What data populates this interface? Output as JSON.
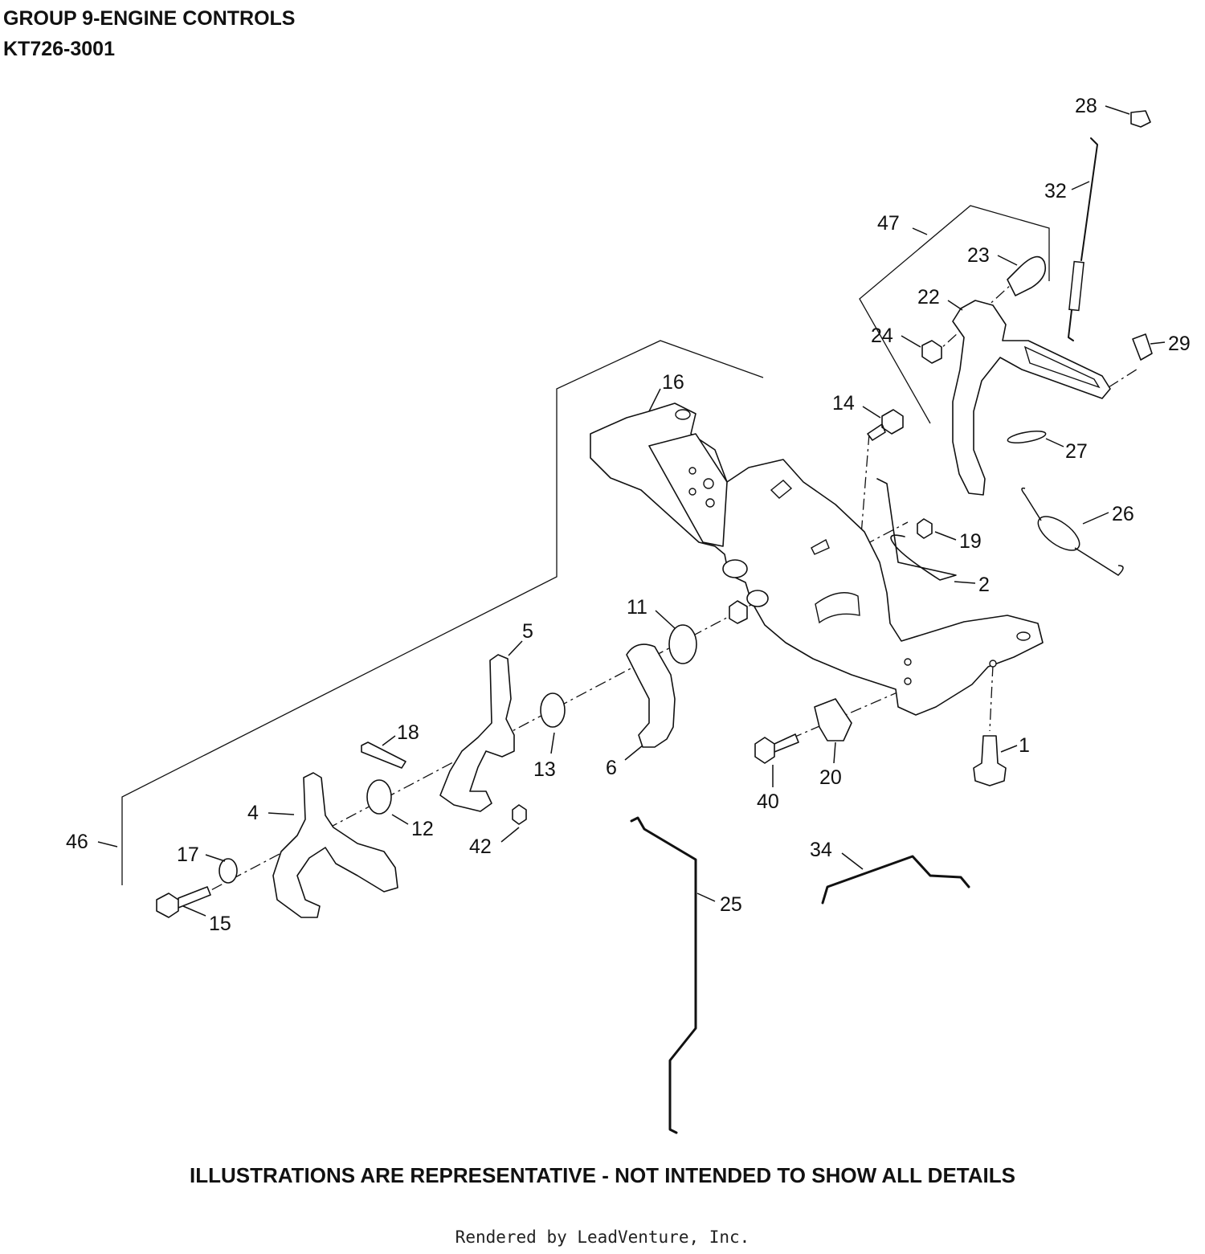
{
  "header": {
    "title": "GROUP 9-ENGINE CONTROLS",
    "model": "KT726-3001"
  },
  "callouts": {
    "c1": "1",
    "c2": "2",
    "c4": "4",
    "c5": "5",
    "c6": "6",
    "c11": "11",
    "c12": "12",
    "c13": "13",
    "c14": "14",
    "c15": "15",
    "c16": "16",
    "c17": "17",
    "c18": "18",
    "c19": "19",
    "c20": "20",
    "c22": "22",
    "c23": "23",
    "c24": "24",
    "c25": "25",
    "c26": "26",
    "c27": "27",
    "c28": "28",
    "c29": "29",
    "c32": "32",
    "c34": "34",
    "c40": "40",
    "c42": "42",
    "c46": "46",
    "c47": "47"
  },
  "footer": {
    "note": "ILLUSTRATIONS ARE REPRESENTATIVE - NOT INTENDED TO SHOW ALL DETAILS",
    "credit": "Rendered by LeadVenture, Inc."
  }
}
